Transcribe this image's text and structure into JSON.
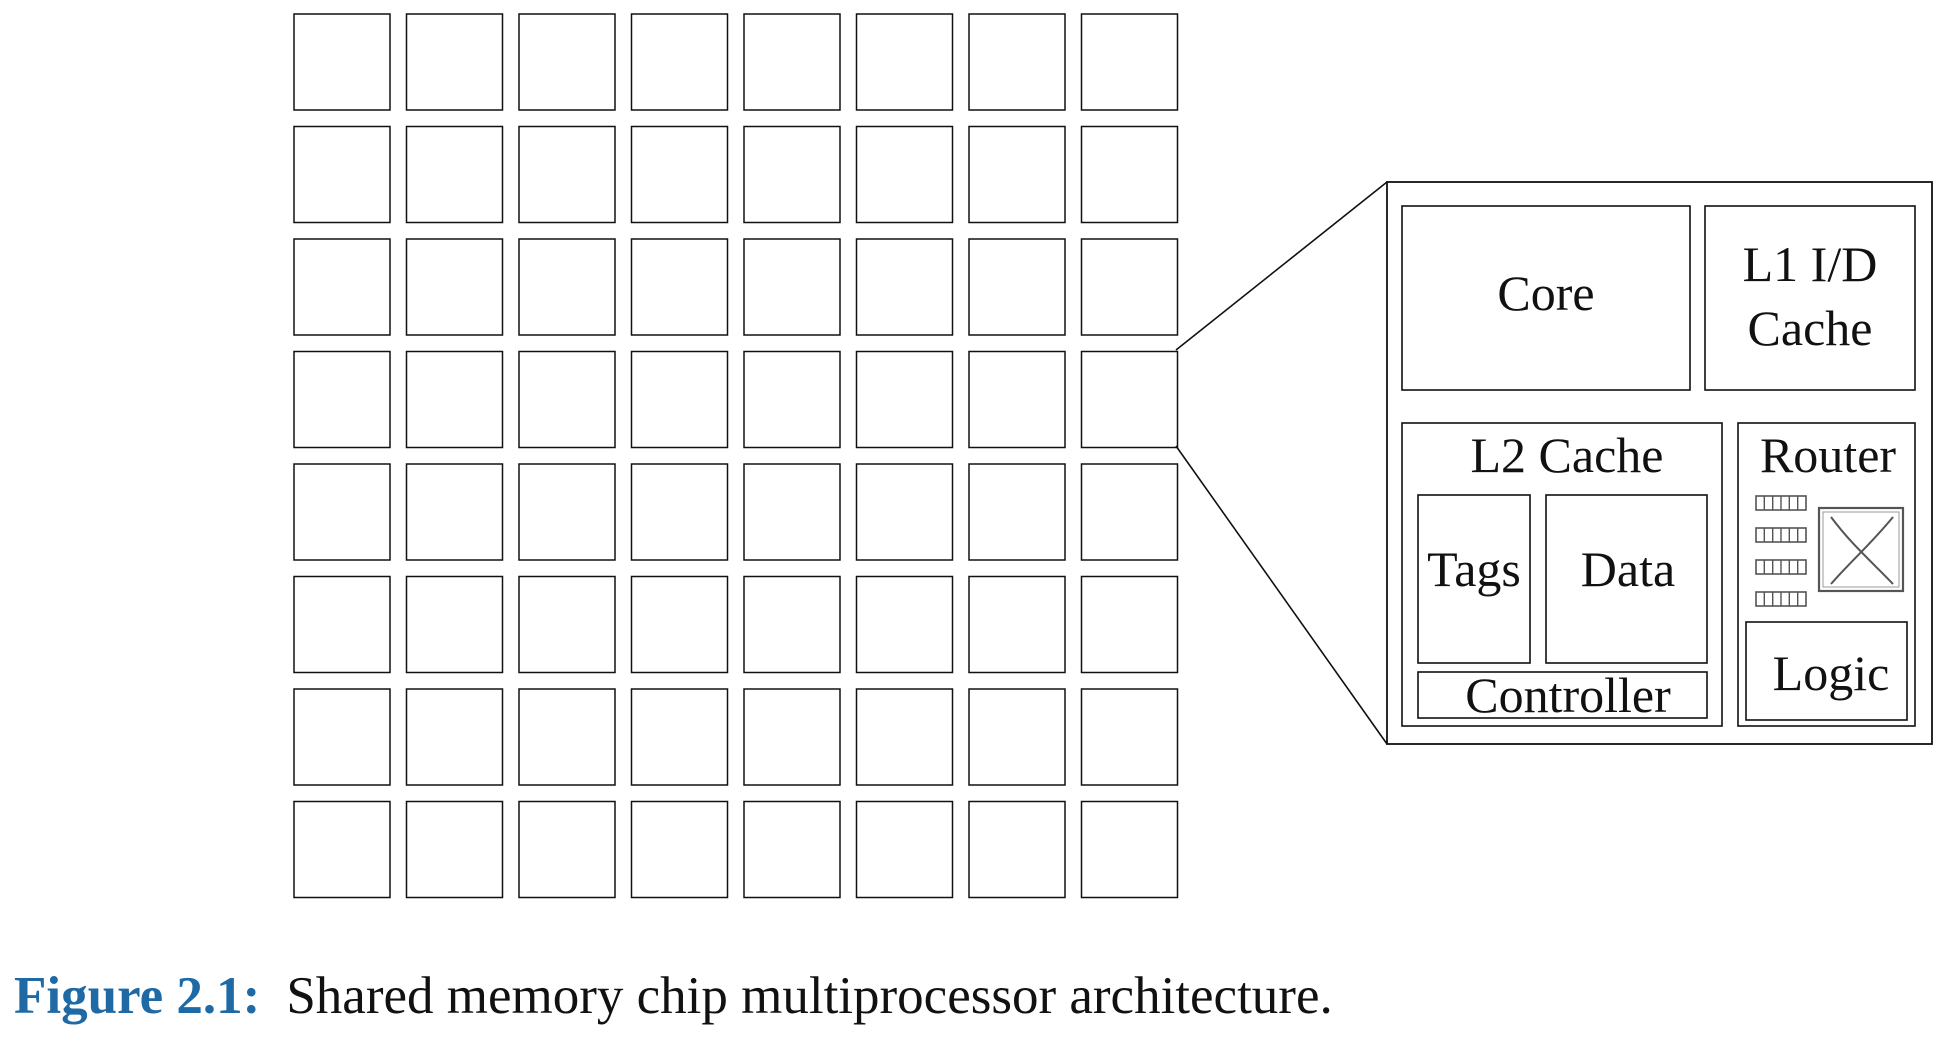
{
  "grid": {
    "rows": 8,
    "cols": 8
  },
  "tile_detail": {
    "core_label": "Core",
    "l1_label_line1": "L1 I/D",
    "l1_label_line2": "Cache",
    "l2_label": "L2 Cache",
    "tags_label": "Tags",
    "data_label": "Data",
    "controller_label": "Controller",
    "router_label": "Router",
    "logic_label": "Logic",
    "router_buffer_count": 4
  },
  "caption": {
    "label": "Figure 2.1:",
    "text": "Shared memory chip multiprocessor architecture."
  },
  "colors": {
    "stroke": "#111111",
    "caption_label": "#1f6aa5",
    "router_icon": "#555555"
  }
}
